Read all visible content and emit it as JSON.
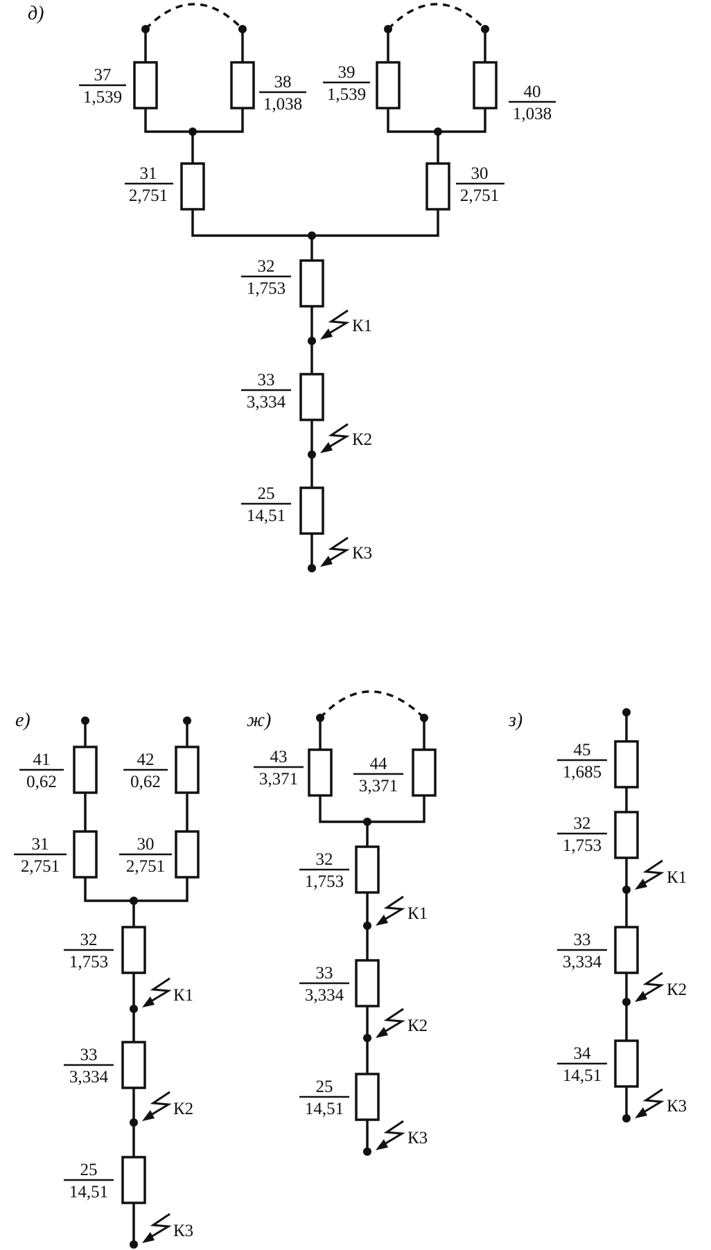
{
  "panels": {
    "d": "д)",
    "e": "е)",
    "zh": "ж)",
    "z": "з)"
  },
  "faults": {
    "k1": "К1",
    "k2": "К2",
    "k3": "К3"
  },
  "d": {
    "r37": {
      "num": "37",
      "den": "1,539"
    },
    "r38": {
      "num": "38",
      "den": "1,038"
    },
    "r39": {
      "num": "39",
      "den": "1,539"
    },
    "r40": {
      "num": "40",
      "den": "1,038"
    },
    "r31": {
      "num": "31",
      "den": "2,751"
    },
    "r30": {
      "num": "30",
      "den": "2,751"
    },
    "r32": {
      "num": "32",
      "den": "1,753"
    },
    "r33": {
      "num": "33",
      "den": "3,334"
    },
    "r25": {
      "num": "25",
      "den": "14,51"
    }
  },
  "e": {
    "r41": {
      "num": "41",
      "den": "0,62"
    },
    "r42": {
      "num": "42",
      "den": "0,62"
    },
    "r31": {
      "num": "31",
      "den": "2,751"
    },
    "r30": {
      "num": "30",
      "den": "2,751"
    },
    "r32": {
      "num": "32",
      "den": "1,753"
    },
    "r33": {
      "num": "33",
      "den": "3,334"
    },
    "r25": {
      "num": "25",
      "den": "14,51"
    }
  },
  "zh": {
    "r43": {
      "num": "43",
      "den": "3,371"
    },
    "r44": {
      "num": "44",
      "den": "3,371"
    },
    "r32": {
      "num": "32",
      "den": "1,753"
    },
    "r33": {
      "num": "33",
      "den": "3,334"
    },
    "r25": {
      "num": "25",
      "den": "14,51"
    }
  },
  "z": {
    "r45": {
      "num": "45",
      "den": "1,685"
    },
    "r32": {
      "num": "32",
      "den": "1,753"
    },
    "r33": {
      "num": "33",
      "den": "3,334"
    },
    "r34": {
      "num": "34",
      "den": "14,51"
    }
  }
}
